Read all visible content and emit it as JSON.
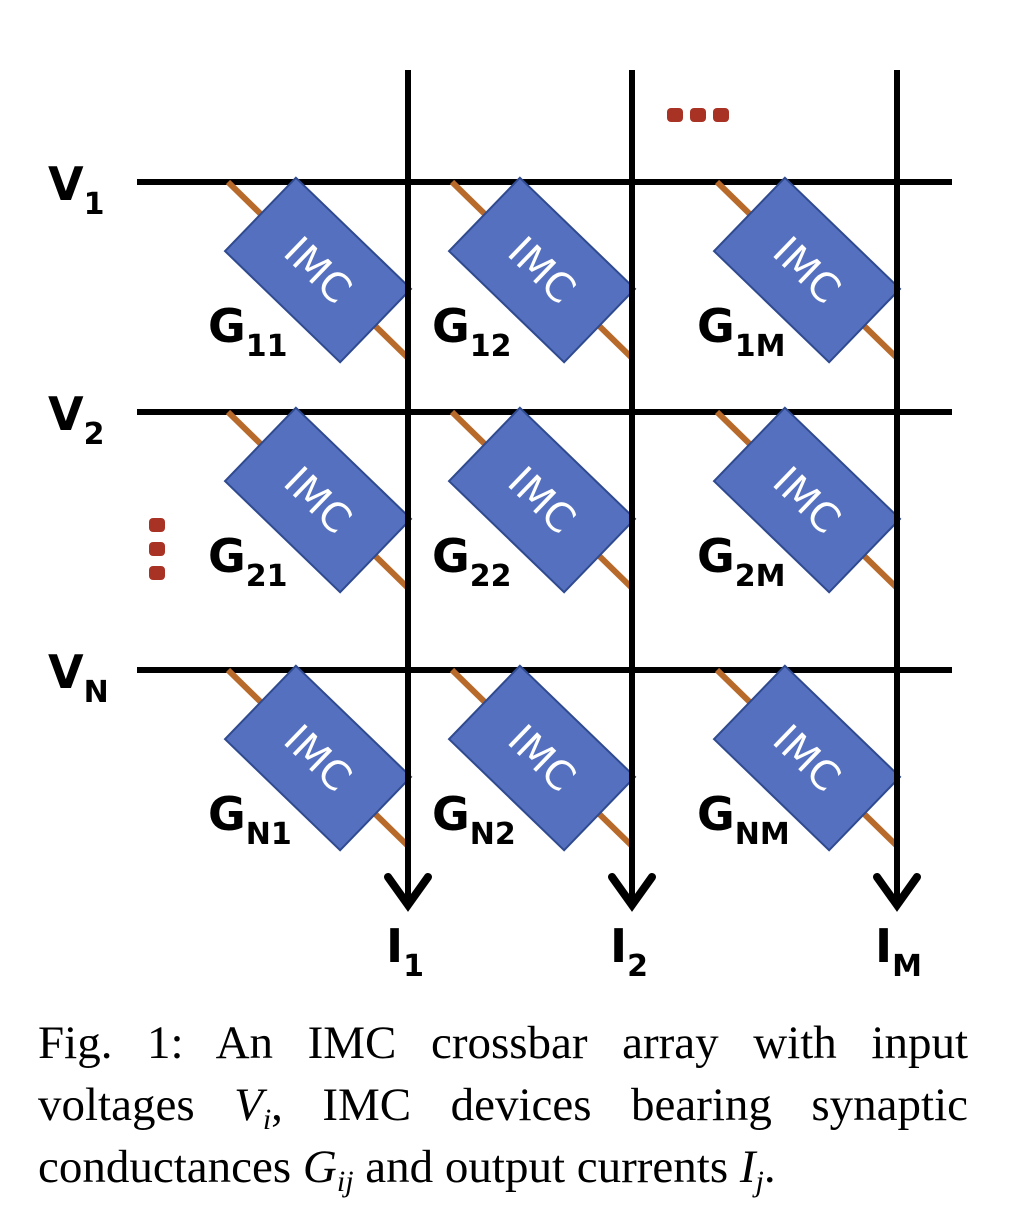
{
  "diagram": {
    "rows": [
      {
        "main": "V",
        "sub": "1"
      },
      {
        "main": "V",
        "sub": "2"
      },
      {
        "main": "V",
        "sub": "N"
      }
    ],
    "columns": [
      {
        "main": "I",
        "sub": "1"
      },
      {
        "main": "I",
        "sub": "2"
      },
      {
        "main": "I",
        "sub": "M"
      }
    ],
    "device_label": "IMC",
    "devices": [
      [
        {
          "main": "G",
          "sub": "11"
        },
        {
          "main": "G",
          "sub": "12"
        },
        {
          "main": "G",
          "sub": "1M"
        }
      ],
      [
        {
          "main": "G",
          "sub": "21"
        },
        {
          "main": "G",
          "sub": "22"
        },
        {
          "main": "G",
          "sub": "2M"
        }
      ],
      [
        {
          "main": "G",
          "sub": "N1"
        },
        {
          "main": "G",
          "sub": "N2"
        },
        {
          "main": "G",
          "sub": "NM"
        }
      ]
    ],
    "colors": {
      "wire": "#000000",
      "device_fill": "#5470bf",
      "device_stroke": "#2f4a8f",
      "lead": "#b86a2a",
      "ellipsis_dots": "#a83224"
    }
  },
  "caption": {
    "prefix": "Fig. 1: An IMC crossbar array with input voltages ",
    "v_main": "V",
    "v_sub": "i",
    "middle": ", IMC devices bearing synaptic conductances ",
    "g_main": "G",
    "g_sub": "ij",
    "and_text": " and output currents ",
    "i_main": "I",
    "i_sub": "j",
    "end": "."
  }
}
